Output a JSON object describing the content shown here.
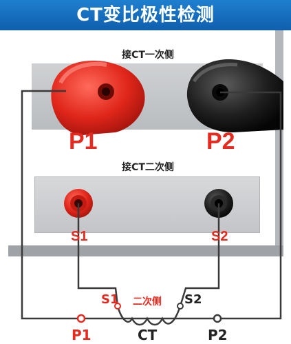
{
  "title": "CT变比极性检测",
  "primary_side_label": "接CT一次侧",
  "secondary_side_label": "接CT二次侧",
  "primary_terminals": {
    "p1": "P1",
    "p2": "P2"
  },
  "secondary_terminals": {
    "s1": "S1",
    "s2": "S2"
  },
  "ct": {
    "name": "CT",
    "secondary_label": "二次侧",
    "s1": "S1",
    "s2": "S2",
    "p1": "P1",
    "p2": "P2"
  },
  "colors": {
    "title_bar": "#1674c4",
    "red_terminal": "#e52a1f",
    "black_terminal": "#1a1a1a",
    "wire": "#3a3a3a",
    "label_red": "#e52a1f"
  }
}
